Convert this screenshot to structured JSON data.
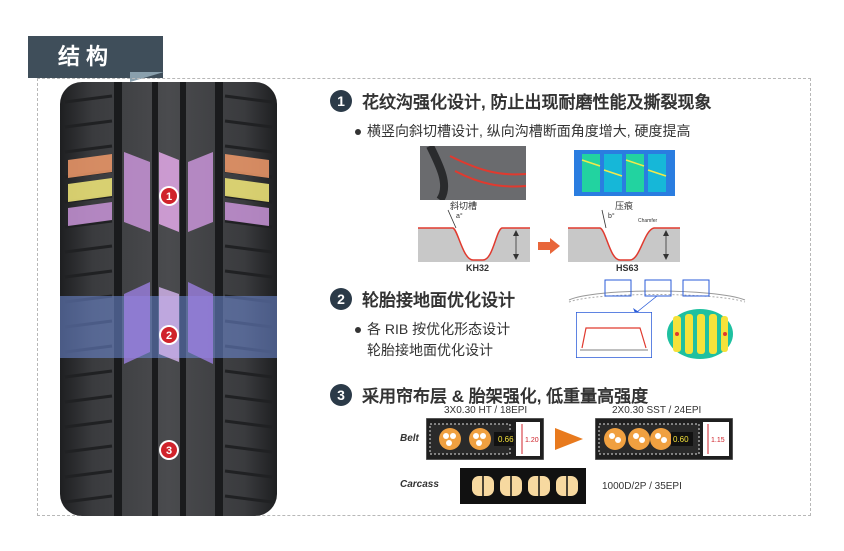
{
  "title": "结构",
  "tire": {
    "markers": [
      "1",
      "2",
      "3"
    ]
  },
  "section1": {
    "number": "1",
    "heading": "花纹沟强化设计, 防止出现耐磨性能及撕裂现象",
    "bullet": "横竖向斜切槽设计, 纵向沟槽断面角度增大, 硬度提高",
    "left_label": "斜切槽",
    "right_label": "压痕",
    "angle_a": "a°",
    "angle_b": "b°",
    "chamfer": "Chamfer",
    "left_model": "KH32",
    "right_model": "HS63"
  },
  "section2": {
    "number": "2",
    "heading": "轮胎接地面优化设计",
    "bullet_line1": "各 RIB 按优化形态设计",
    "bullet_line2": "轮胎接地面优化设计"
  },
  "section3": {
    "number": "3",
    "heading": "采用帘布层 & 胎架强化, 低重量高强度",
    "left_spec": "3X0.30 HT / 18EPI",
    "right_spec": "2X0.30 SST / 24EPI",
    "belt_label": "Belt",
    "carcass_label": "Carcass",
    "left_gap": "0.66",
    "left_height": "1.20",
    "right_gap": "0.60",
    "right_height": "1.15",
    "carcass_spec": "1000D/2P / 35EPI"
  },
  "colors": {
    "header_bg": "#3f4e5a",
    "accent_orange": "#e87a1e",
    "marker_red": "#d0232b",
    "tire_dark": "#2f3032"
  }
}
